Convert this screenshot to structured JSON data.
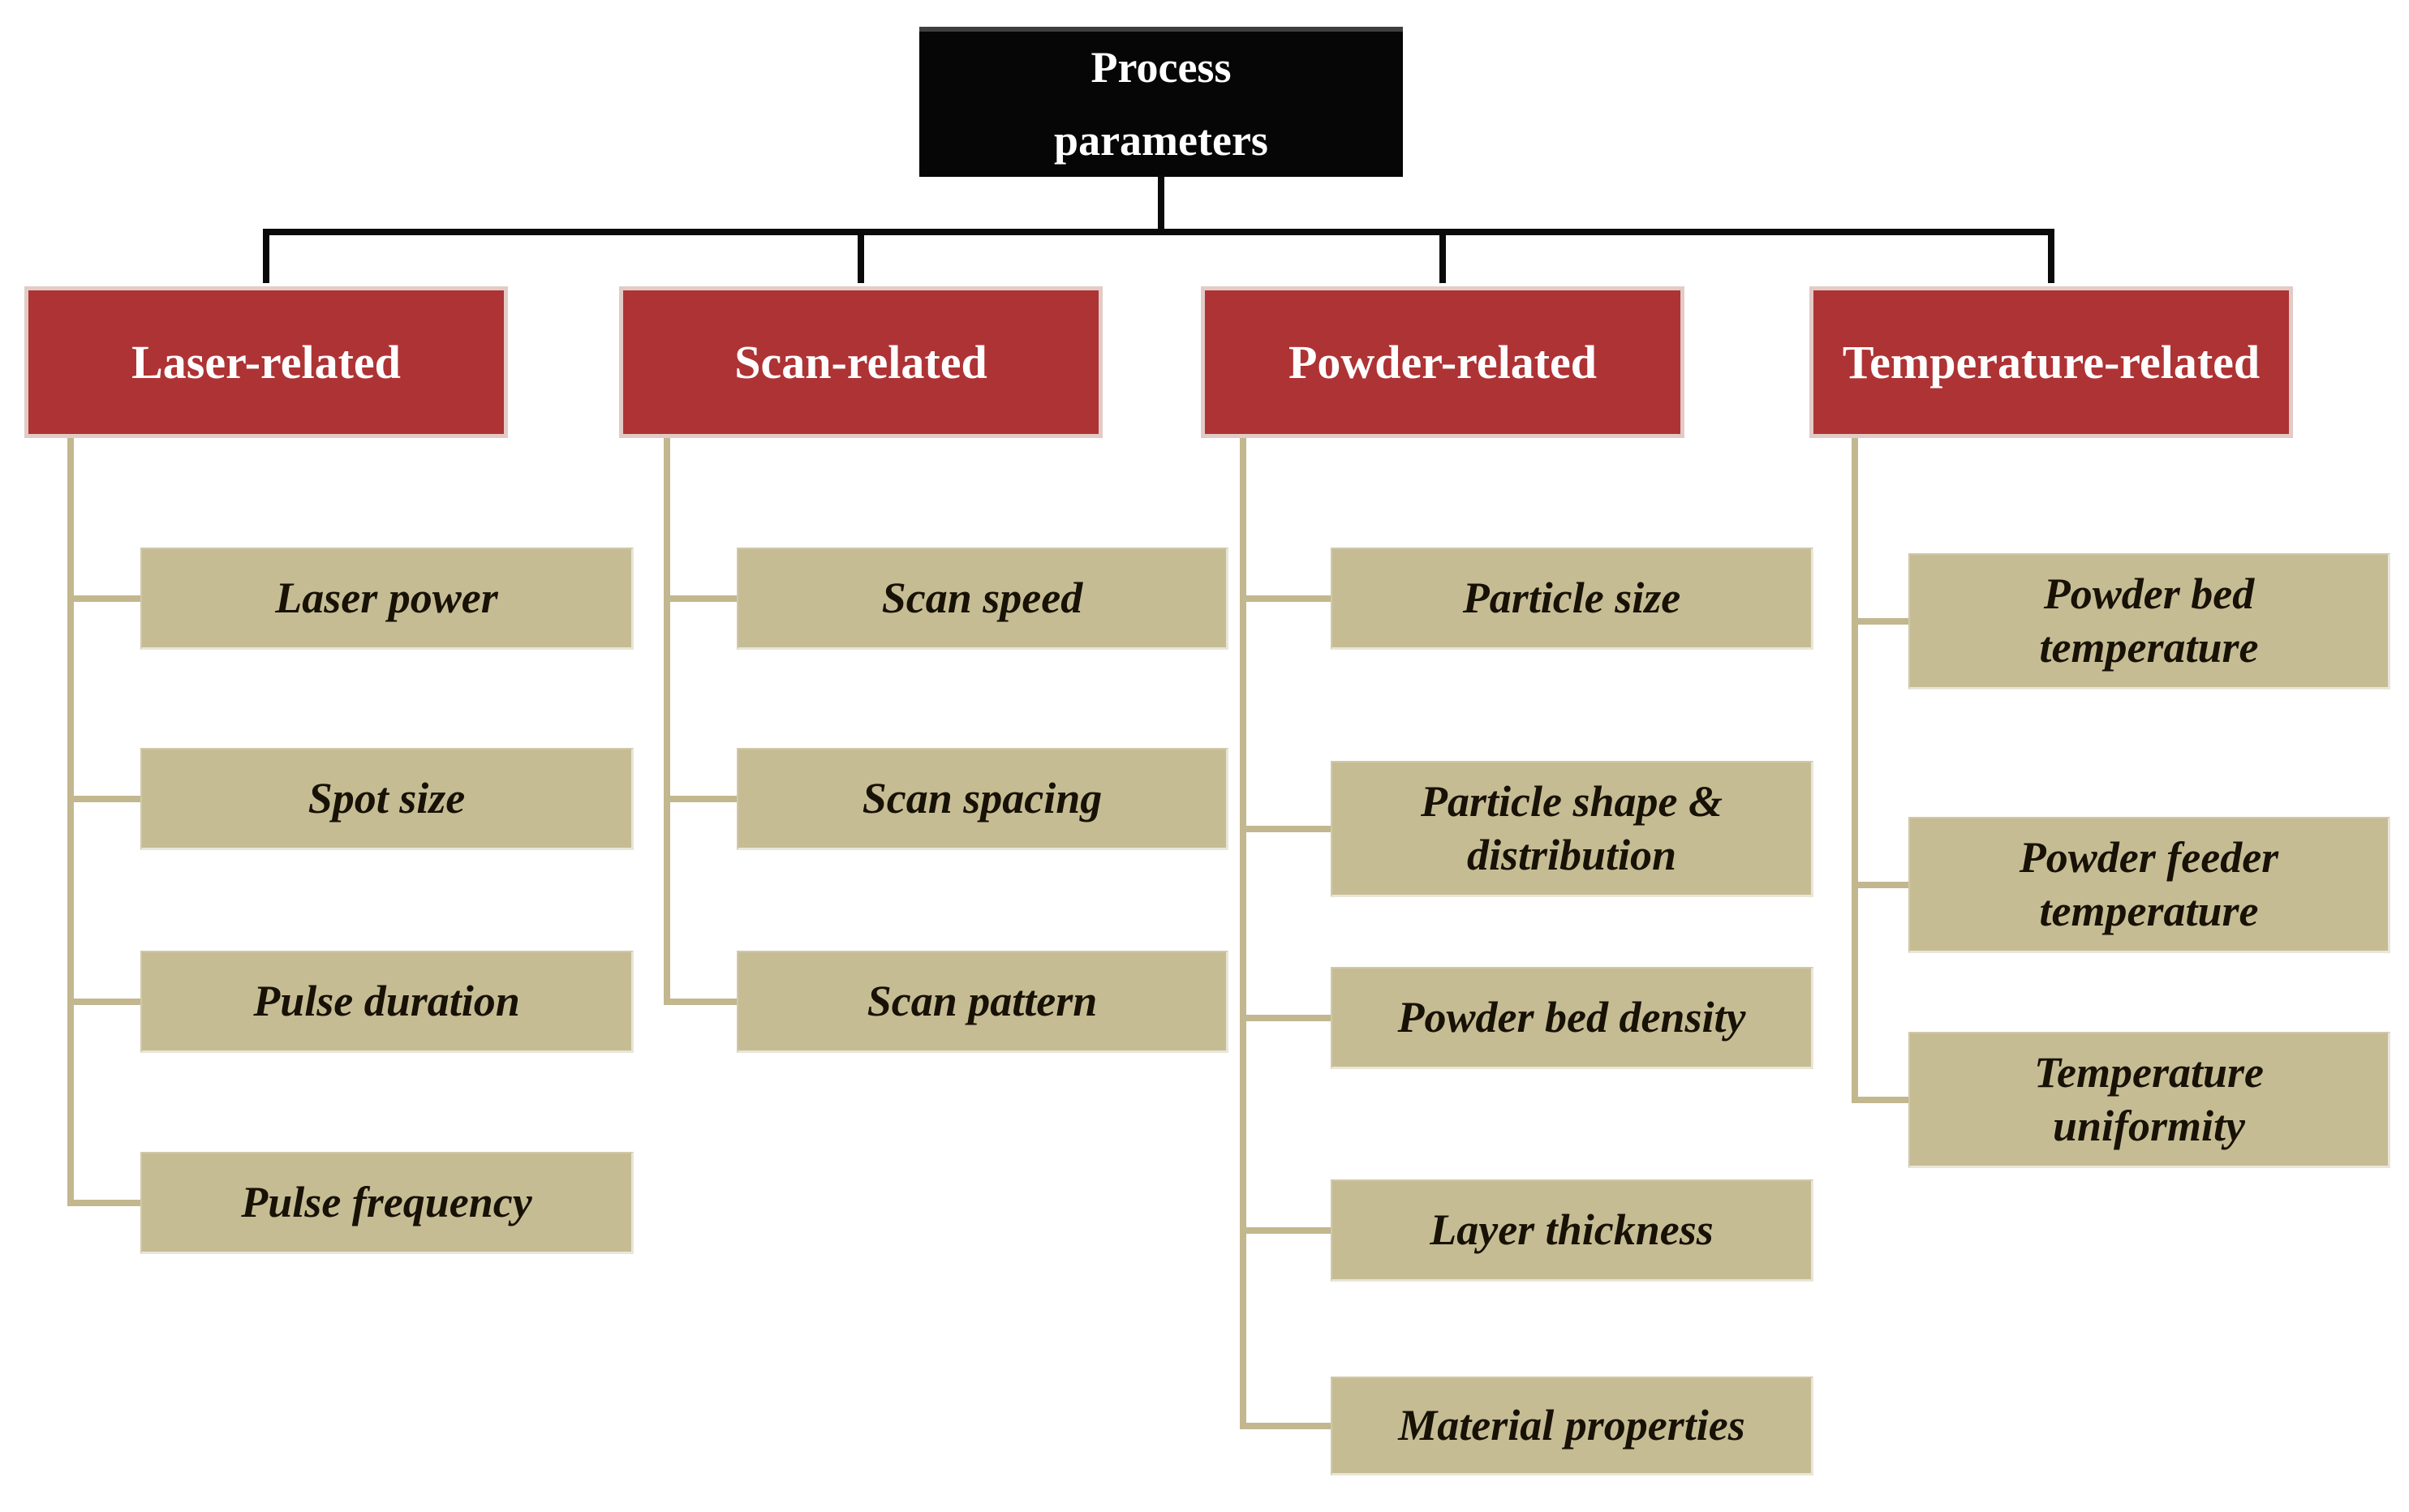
{
  "root": {
    "label": "Process\nparameters"
  },
  "columns": [
    {
      "header": "Laser-related",
      "items": [
        "Laser power",
        "Spot size",
        "Pulse duration",
        "Pulse frequency"
      ]
    },
    {
      "header": "Scan-related",
      "items": [
        "Scan speed",
        "Scan spacing",
        "Scan pattern"
      ]
    },
    {
      "header": "Powder-related",
      "items": [
        "Particle size",
        "Particle shape &\ndistribution",
        "Powder bed density",
        "Layer thickness",
        "Material properties"
      ]
    },
    {
      "header": "Temperature-related",
      "items": [
        "Powder bed\ntemperature",
        "Powder feeder\ntemperature",
        "Temperature\nuniformity"
      ]
    }
  ],
  "colors": {
    "background": "#ffffff",
    "root_bg": "#060606",
    "root_text": "#ffffff",
    "category_bg": "#ae3335",
    "category_border": "#e2cbc6",
    "category_text": "#ffffff",
    "item_bg": "#c6bc94",
    "item_text": "#171106",
    "connector_black": "#0a0a0a",
    "connector_tan": "#c2b78e"
  }
}
